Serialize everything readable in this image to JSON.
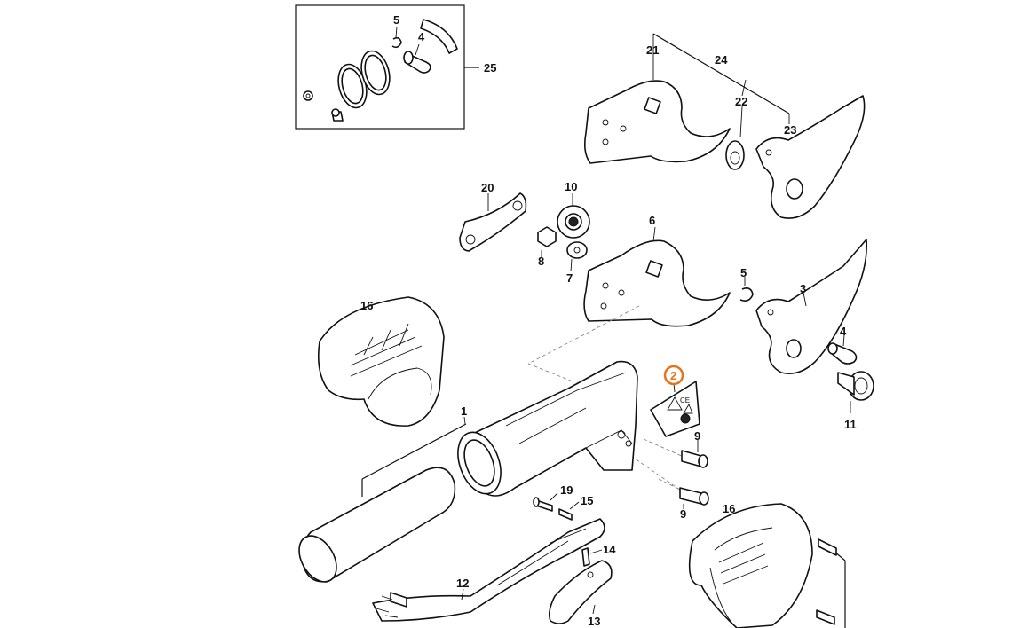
{
  "diagram": {
    "inset_label": "25",
    "labels": {
      "l1": "1",
      "l2": "2",
      "l3": "3",
      "l4a": "4",
      "l4b": "4",
      "l5a": "5",
      "l5b": "5",
      "l6": "6",
      "l7": "7",
      "l8": "8",
      "l9a": "9",
      "l9b": "9",
      "l10": "10",
      "l11": "11",
      "l12": "12",
      "l13": "13",
      "l14": "14",
      "l15": "15",
      "l16a": "16",
      "l16b": "16",
      "l19": "19",
      "l20": "20",
      "l21": "21",
      "l22": "22",
      "l23": "23",
      "l24": "24"
    },
    "highlight": {
      "label": "l2",
      "color": "#e8731a"
    },
    "label_text": "CE"
  }
}
